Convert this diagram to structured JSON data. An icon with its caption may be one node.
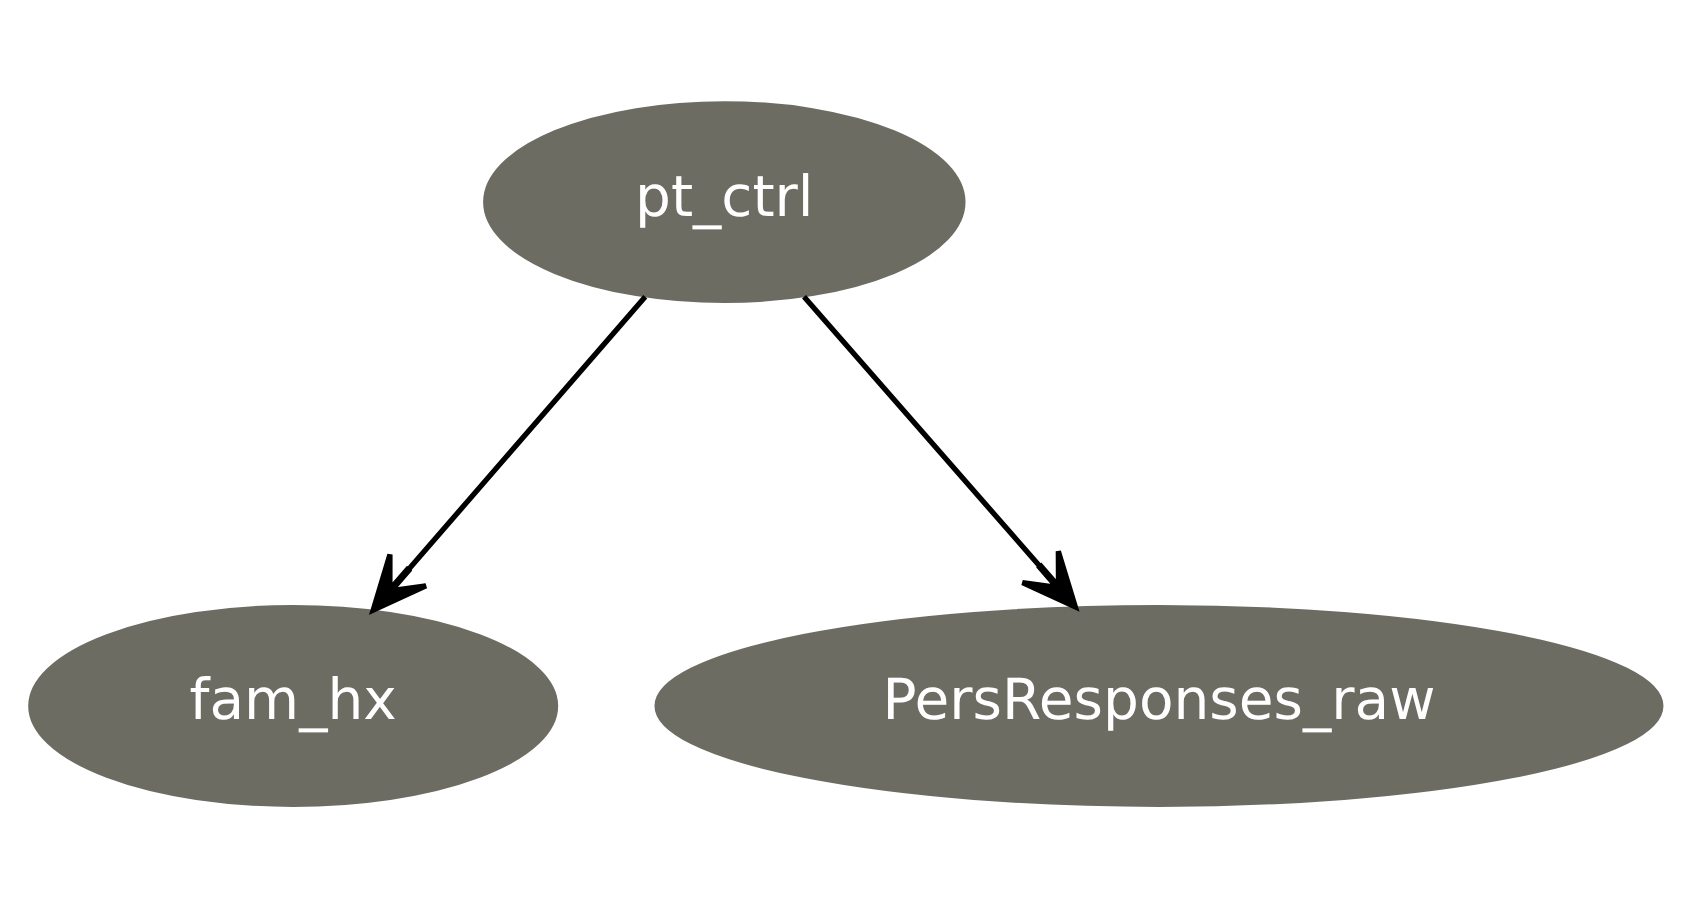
{
  "diagram": {
    "nodes": [
      {
        "text": [
          "pt_ctrl"
        ]
      },
      {
        "text": [
          "fam_hx"
        ]
      },
      {
        "text": [
          "PersResponses_raw"
        ]
      }
    ],
    "edges": [
      {
        "from": 0,
        "to": 1,
        "arrow": "to"
      },
      {
        "from": 0,
        "to": 2,
        "arrow": "to"
      }
    ]
  }
}
